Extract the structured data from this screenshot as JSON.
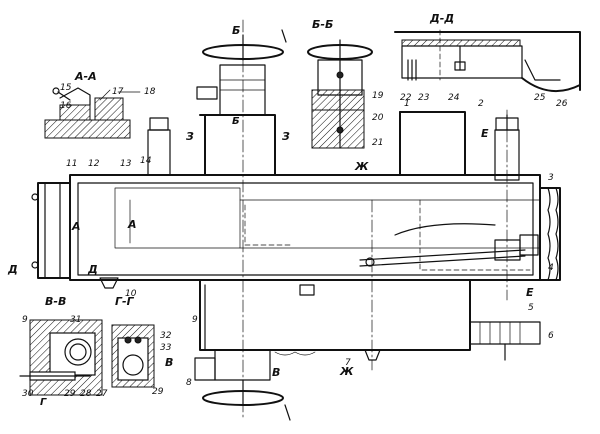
{
  "figure": {
    "section_labels": {
      "aa": "А-А",
      "bb": "Б-Б",
      "dd": "Д-Д",
      "vv": "В-В",
      "gg": "Г-Г"
    },
    "view_marks": {
      "b_top": "Б",
      "b_mid": "Б",
      "z_top_left": "З",
      "z_top_right": "З",
      "e_top": "Е",
      "e_bot": "Е",
      "zh_top": "Ж",
      "zh_bot": "Ж",
      "a_left": "А",
      "a_right": "А",
      "d_left": "Д",
      "d_right": "Д",
      "v_left": "В",
      "v_right": "В",
      "g_bot": "Г"
    },
    "callouts": {
      "n1": "1",
      "n2": "2",
      "n3": "3",
      "n4": "4",
      "n5": "5",
      "n6": "6",
      "n7": "7",
      "n8": "8",
      "n9": "9",
      "n9b": "9",
      "n10": "10",
      "n11": "11",
      "n12": "12",
      "n13": "13",
      "n14": "14",
      "n15": "15",
      "n16": "16",
      "n17": "17",
      "n18": "18",
      "n19": "19",
      "n20": "20",
      "n21": "21",
      "n22": "22",
      "n23": "23",
      "n24": "24",
      "n25": "25",
      "n26": "26",
      "n27": "27",
      "n28": "28",
      "n29": "29",
      "n29b": "29",
      "n30": "30",
      "n31": "31",
      "n32": "32",
      "n33": "33"
    }
  }
}
